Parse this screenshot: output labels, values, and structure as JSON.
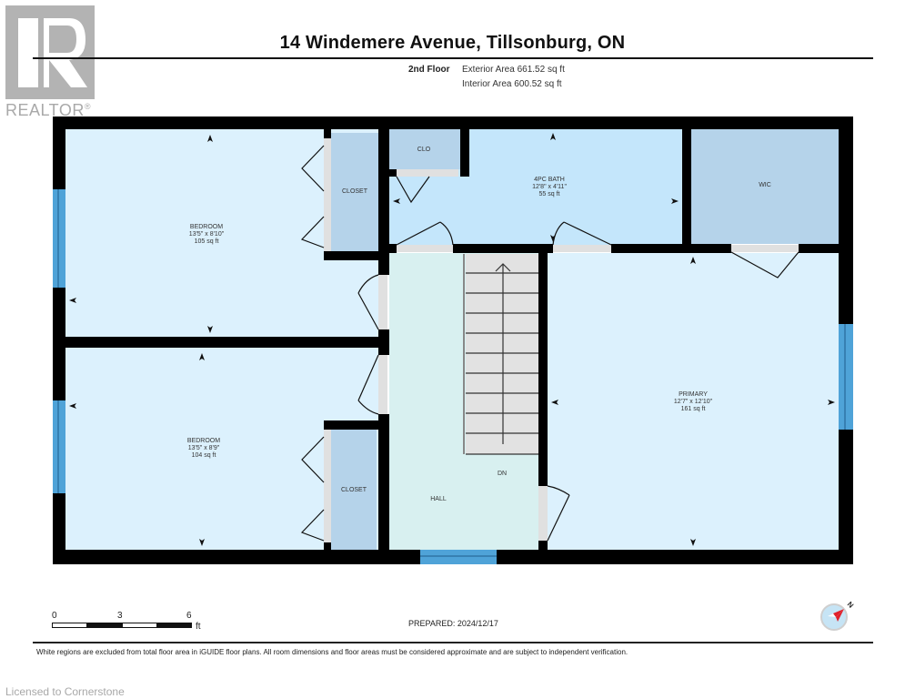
{
  "header": {
    "title": "14 Windemere Avenue, Tillsonburg, ON",
    "floor": "2nd Floor",
    "exterior_area": "Exterior Area 661.52 sq ft",
    "interior_area": "Interior Area 600.52 sq ft"
  },
  "branding": {
    "realtor_logo_text": "REALTOR",
    "realtor_mark": "®",
    "licensed": "Licensed to Cornerstone"
  },
  "rooms": [
    {
      "name": "BEDROOM",
      "dims": "13'5\" x 8'10\"",
      "area": "105 sq ft"
    },
    {
      "name": "BEDROOM",
      "dims": "13'5\" x 8'9\"",
      "area": "104 sq ft"
    },
    {
      "name": "4PC BATH",
      "dims": "12'8\" x 4'11\"",
      "area": "55 sq ft"
    },
    {
      "name": "PRIMARY",
      "dims": "12'7\" x 12'10\"",
      "area": "161 sq ft"
    },
    {
      "name": "CLOSET"
    },
    {
      "name": "CLOSET"
    },
    {
      "name": "CLO"
    },
    {
      "name": "WIC"
    },
    {
      "name": "HALL"
    },
    {
      "name": "DN"
    }
  ],
  "scale": {
    "labels": [
      "0",
      "3",
      "6"
    ],
    "unit": "ft"
  },
  "prepared": "PREPARED: 2024/12/17",
  "compass": {
    "label": "N"
  },
  "disclaimer": "White regions are excluded from total floor area in iGUIDE floor plans. All room dimensions and floor areas must be considered approximate and are subject to independent verification.",
  "colors": {
    "room_fill": "#dcf1fd",
    "bath_fill": "#c4e6fb",
    "closet_fill": "#b5d3ea",
    "hall_fill": "#d8f0f0",
    "stair_fill": "#e2e2e2",
    "wall": "#000000",
    "window": "#4fa3d8",
    "door_sill": "#e0e0e0",
    "compass_red": "#e0202a"
  }
}
